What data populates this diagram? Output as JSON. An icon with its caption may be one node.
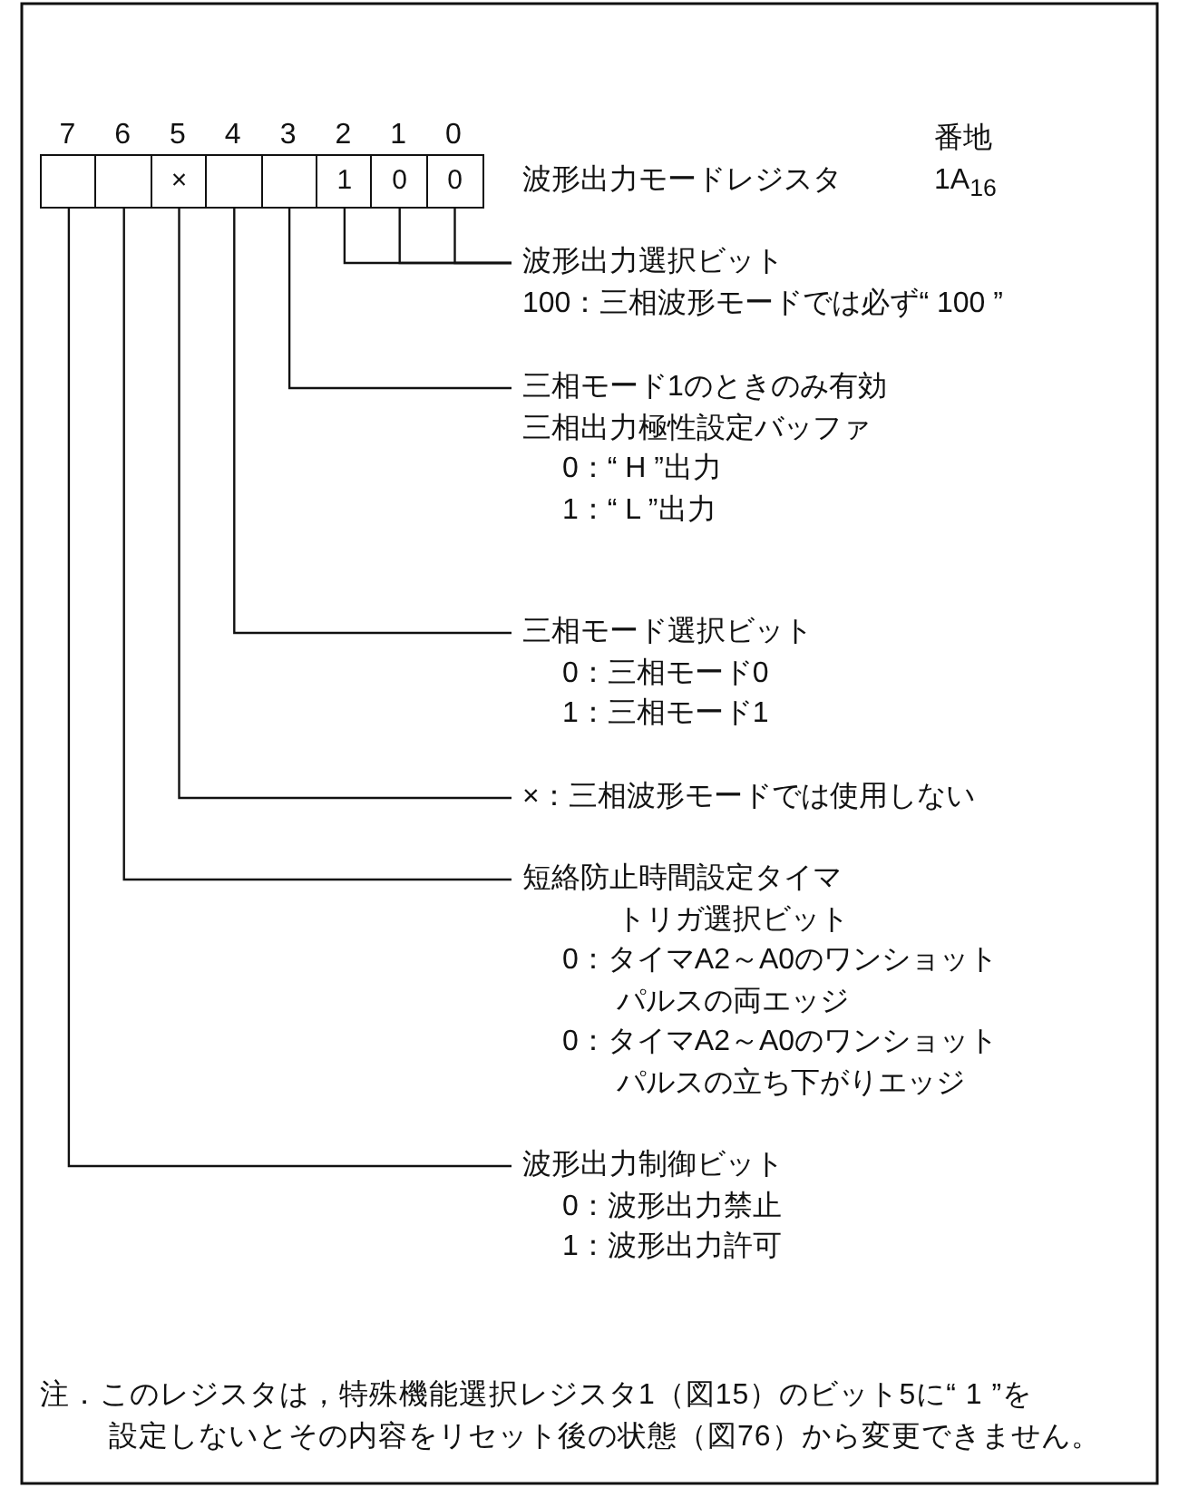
{
  "diagram": {
    "nodes": [
      {
        "text": [],
        "shape": "box"
      },
      {
        "text": [],
        "shape": "box"
      },
      {
        "text": [
          "×"
        ]
      },
      {
        "text": [],
        "shape": "box"
      },
      {
        "text": [],
        "shape": "box"
      },
      {
        "text": [
          "1"
        ]
      },
      {
        "text": [
          "0"
        ]
      },
      {
        "text": [
          "0"
        ]
      },
      {
        "text": [
          "波形出力選択ビット",
          "100：三相波形モードでは必ず“ 100 ”"
        ]
      },
      {
        "text": [
          "三相モード1のときのみ有効",
          "三相出力極性設定バッファ",
          "0：“ H ”出力",
          "1：“ L ”出力"
        ]
      },
      {
        "text": [
          "三相モード選択ビット",
          "0：三相モード0",
          "1：三相モード1"
        ]
      },
      {
        "text": [
          "×：三相波形モードでは使用しない"
        ]
      },
      {
        "text": [
          "短絡防止時間設定タイマトリガ選択ビット",
          "0：タイマA2～A0のワンショットパルスの両エッジ",
          "0：タイマA2～A0のワンショットパルスの立ち下がりエッジ"
        ]
      },
      {
        "text": [
          "波形出力制御ビット",
          "0：波形出力禁止",
          "1：波形出力許可"
        ]
      }
    ],
    "edges": [
      {
        "from": 5,
        "to": 8,
        "arrow": "none"
      },
      {
        "from": 6,
        "to": 8,
        "arrow": "none"
      },
      {
        "from": 7,
        "to": 8,
        "arrow": "none"
      },
      {
        "from": 4,
        "to": 9,
        "arrow": "none"
      },
      {
        "from": 3,
        "to": 10,
        "arrow": "none"
      },
      {
        "from": 2,
        "to": 11,
        "arrow": "none"
      },
      {
        "from": 1,
        "to": 12,
        "arrow": "none"
      },
      {
        "from": 0,
        "to": 13,
        "arrow": "none"
      }
    ],
    "labels": [
      "7",
      "6",
      "5",
      "4",
      "3",
      "2",
      "1",
      "0",
      "番地",
      "波形出力モードレジスタ",
      "1A$_{16}$",
      "注．このレジスタは，特殊機能選択レジスタ1（図15）のビット5に“ 1 ”を設定しないとその内容をリセット後の状態（図76）から変更できません。"
    ]
  }
}
